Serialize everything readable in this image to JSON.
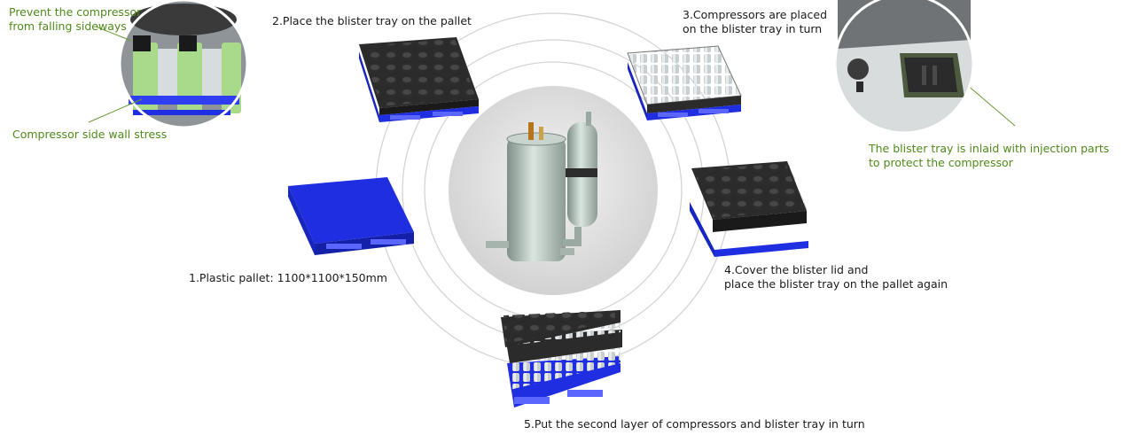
{
  "steps": {
    "s1": "1.Plastic pallet: 1100*1100*150mm",
    "s2": "2.Place the blister tray on the pallet",
    "s3": "3.Compressors are placed\non the blister tray in turn",
    "s4": "4.Cover the blister lid and\n   place the blister tray on the pallet again",
    "s5": "5.Put the second layer of compressors and blister tray in turn"
  },
  "callouts": {
    "left_top": "Prevent the compressor\n from falling sideways",
    "left_bottom": "Compressor side wall stress",
    "right": "The blister tray is inlaid with injection parts\n to protect the compressor"
  },
  "colors": {
    "pallet": "#1f2ee0",
    "tray": "#3a3a3a",
    "callout_text": "#4f8a1a",
    "insert": "#a9d98a",
    "compressor": "#c7d1cd"
  }
}
